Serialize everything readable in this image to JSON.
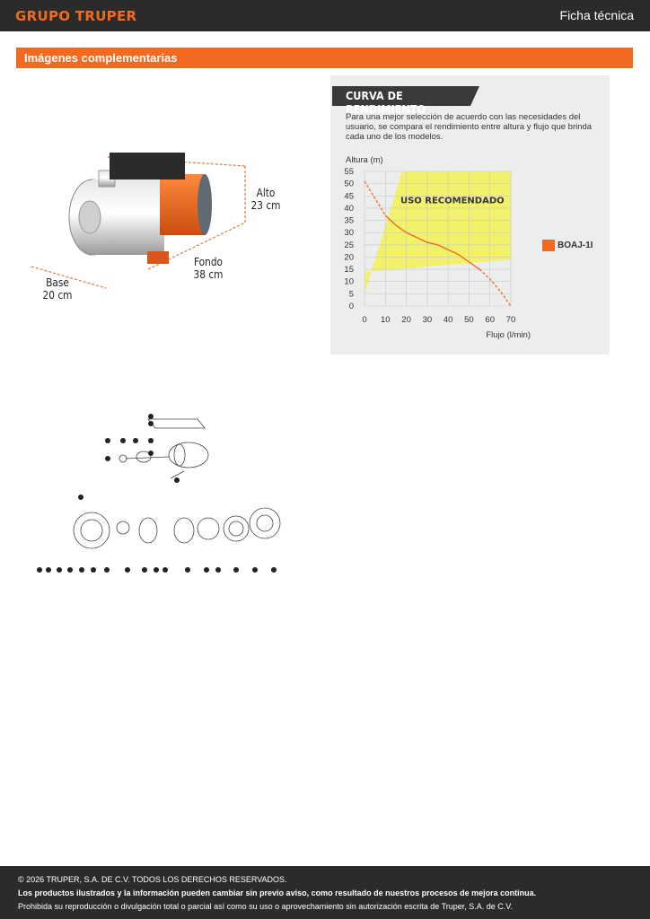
{
  "header": {
    "brand": "GRUPO TRUPER",
    "doc_type": "Ficha técnica"
  },
  "section": {
    "title": "Imágenes complementarias"
  },
  "dimensions": {
    "alto_label": "Alto",
    "alto_value": "23 cm",
    "fondo_label": "Fondo",
    "fondo_value": "38 cm",
    "base_label": "Base",
    "base_value": "20 cm"
  },
  "performance": {
    "title": "CURVA DE RENDIMIENTO",
    "description": "Para una mejor selección de acuerdo con las necesidades del usuario, se compara el rendimiento entre altura y flujo que brinda cada uno de los modelos.",
    "zone_label": "USO RECOMENDADO",
    "legend": "BOAJ-1I"
  },
  "colors": {
    "accent": "#f26a21",
    "dark": "#2b2b2b",
    "zone": "#f2f25a"
  },
  "chart_data": {
    "type": "line",
    "ylabel": "Altura (m)",
    "xlabel": "Flujo (l/min)",
    "x_ticks": [
      0,
      10,
      20,
      30,
      40,
      50,
      60,
      70
    ],
    "y_ticks": [
      0,
      5,
      10,
      15,
      20,
      25,
      30,
      35,
      40,
      45,
      50,
      55
    ],
    "xlim": [
      0,
      70
    ],
    "ylim": [
      0,
      55
    ],
    "grid": true,
    "recommended_zone": {
      "x": [
        0,
        18,
        70,
        70,
        0
      ],
      "y": [
        5,
        55,
        55,
        19,
        14
      ]
    },
    "series": [
      {
        "name": "BOAJ-1I",
        "x": [
          0,
          5,
          10,
          15,
          20,
          25,
          30,
          35,
          40,
          45,
          50,
          55,
          60,
          65,
          70
        ],
        "y": [
          51,
          44,
          37,
          33,
          30,
          28,
          26,
          25,
          23,
          21,
          18,
          15,
          11,
          6,
          0
        ]
      }
    ]
  },
  "footer": {
    "copyright": "© 2026 TRUPER, S.A. DE C.V. TODOS LOS DERECHOS RESERVADOS.",
    "notice": "Los productos ilustrados y la información pueden cambiar sin previo aviso, como resultado de nuestros procesos de mejora continua.",
    "prohibition": "Prohibida su reproducción o divulgación total o parcial así como su uso o aprovechamiento sin autorización escrita de Truper, S.A. de C.V."
  }
}
